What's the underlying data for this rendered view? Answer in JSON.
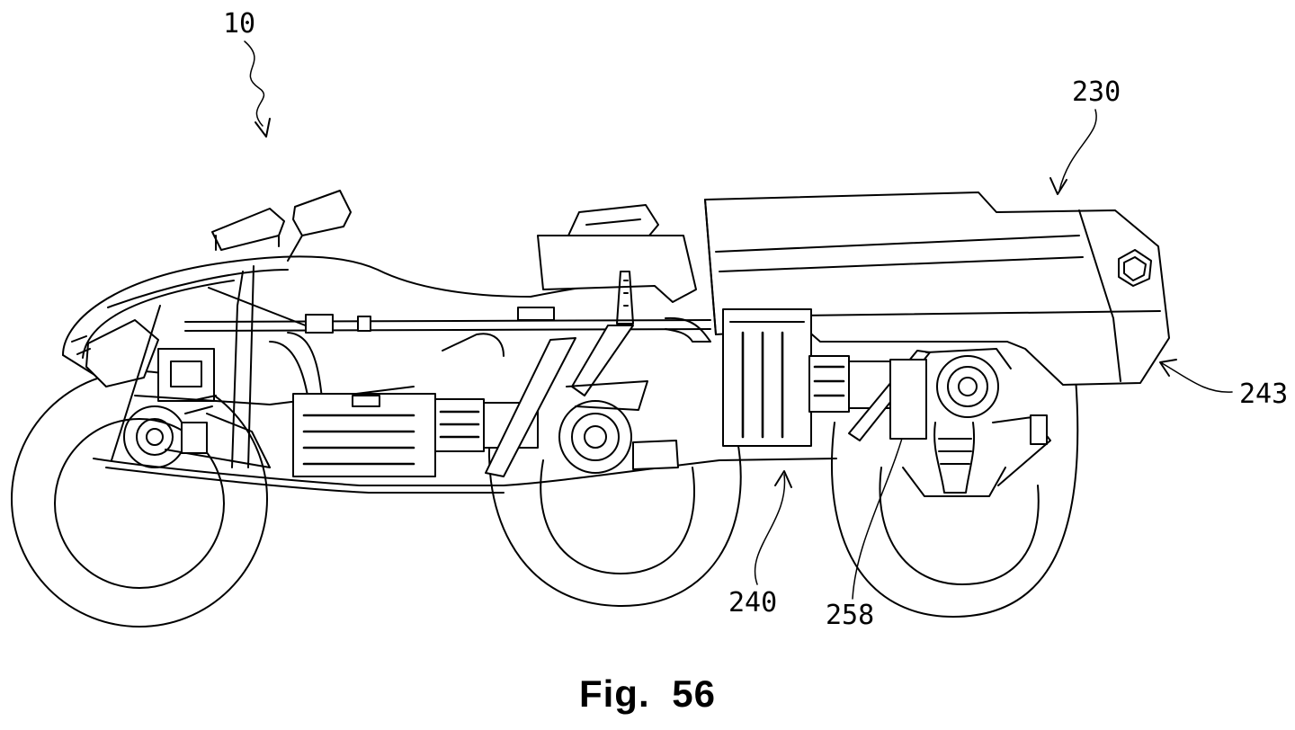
{
  "figure": {
    "caption_prefix": "Fig.",
    "caption_number": "56"
  },
  "reference_labels": {
    "vehicle": "10",
    "body": "230",
    "panel": "243",
    "frame": "240",
    "suspension": "258"
  },
  "colors": {
    "ink": "#000000",
    "paper": "#ffffff"
  }
}
